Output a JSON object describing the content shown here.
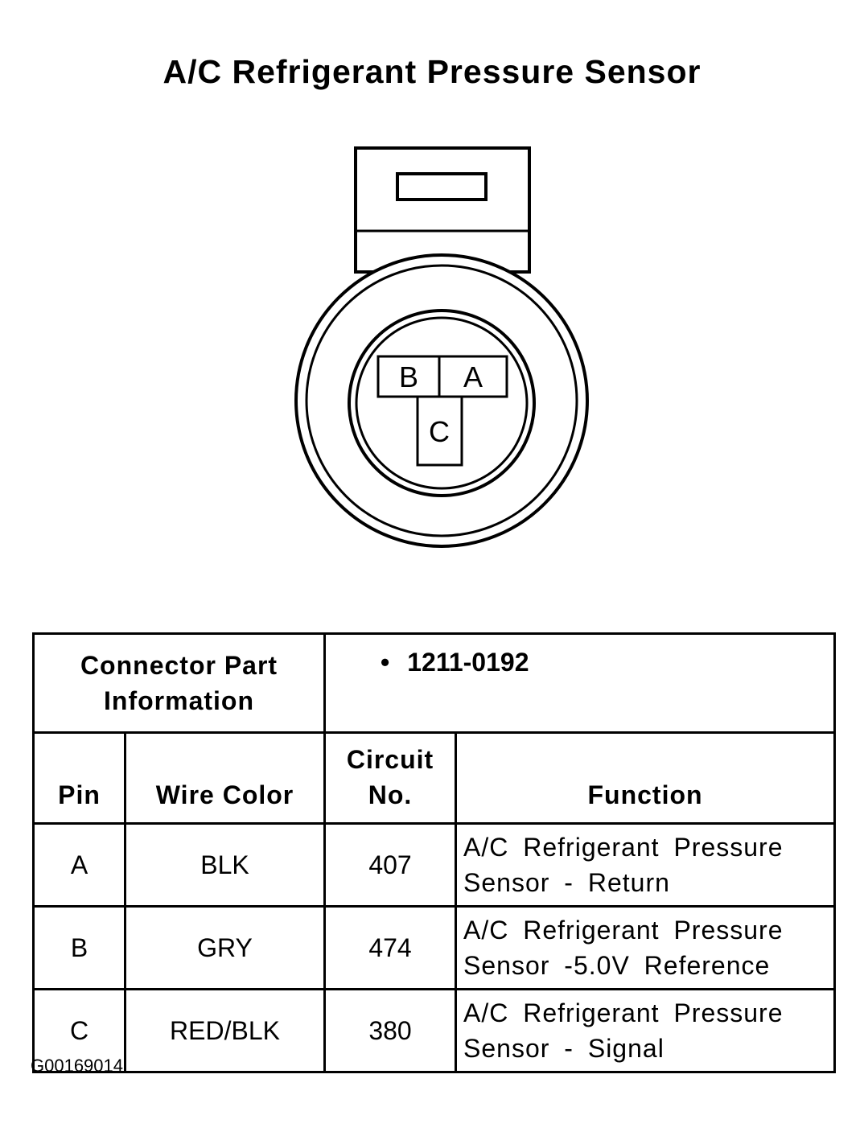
{
  "title": "A/C Refrigerant Pressure Sensor",
  "connector": {
    "pins": [
      {
        "id": "B",
        "label": "B"
      },
      {
        "id": "A",
        "label": "A"
      },
      {
        "id": "C",
        "label": "C"
      }
    ]
  },
  "table": {
    "info_label_line1": "Connector Part",
    "info_label_line2": "Information",
    "part_bullet": "•",
    "part_number": "1211-0192",
    "headers": {
      "pin": "Pin",
      "wire_color": "Wire Color",
      "circuit_line1": "Circuit",
      "circuit_line2": "No.",
      "function": "Function"
    },
    "rows": [
      {
        "pin": "A",
        "wire_color": "BLK",
        "circuit": "407",
        "function_line1": "A/C Refrigerant Pressure",
        "function_line2": "Sensor - Return"
      },
      {
        "pin": "B",
        "wire_color": "GRY",
        "circuit": "474",
        "function_line1": "A/C Refrigerant Pressure",
        "function_line2": "Sensor -5.0V Reference"
      },
      {
        "pin": "C",
        "wire_color": "RED/BLK",
        "circuit": "380",
        "function_line1": "A/C Refrigerant Pressure",
        "function_line2": "Sensor - Signal"
      }
    ]
  },
  "figure_id": "G00169014"
}
